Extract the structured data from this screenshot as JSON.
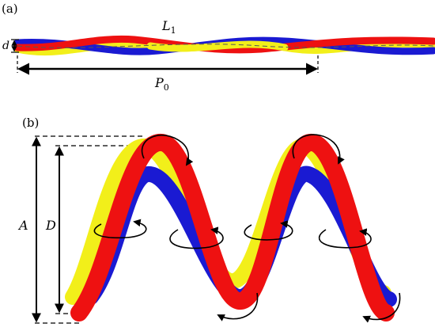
{
  "panel_a": {
    "tag": "(a)",
    "length_label": "L",
    "length_sub": "1",
    "diameter_label": "d",
    "pitch_label": "P",
    "pitch_sub": "0"
  },
  "panel_b": {
    "tag": "(b)",
    "amplitude_label": "A",
    "diameter_label": "D"
  },
  "colors": {
    "strand_red": "#ee1111",
    "strand_blue": "#1a1ad2",
    "strand_yellow": "#f2ef1a",
    "ink": "#000000"
  }
}
